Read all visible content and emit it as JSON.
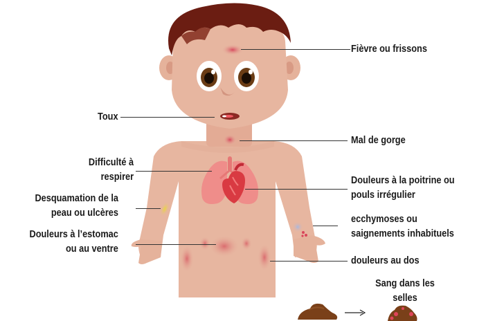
{
  "symptoms": {
    "fever": "Fièvre ou frissons",
    "cough": "Toux",
    "sore_throat": "Mal de gorge",
    "breathing": [
      "Difficulté à",
      "respirer"
    ],
    "skin": [
      "Desquamation de la",
      "peau ou ulcères"
    ],
    "chest": [
      "Douleurs à la poitrine ou",
      "pouls irrégulier"
    ],
    "bruising": [
      "ecchymoses ou",
      "saignements inhabituels"
    ],
    "stomach": [
      "Douleurs à l’estomac",
      "ou au ventre"
    ],
    "back": "douleurs au dos",
    "stool": [
      "Sang dans les",
      "selles"
    ]
  },
  "colors": {
    "skin": "#e7b6a0",
    "hair": "#6b1d12",
    "eye_iris": "#6a3c15",
    "highlight": "#d9455a",
    "lungs": "#ef8d8a",
    "heart": "#d93a42",
    "stool": "#7a4019",
    "leader_line": "#333333"
  },
  "icons": [
    "boy-figure",
    "lungs-icon",
    "heart-icon",
    "stool-icon",
    "arrow-right-icon"
  ]
}
